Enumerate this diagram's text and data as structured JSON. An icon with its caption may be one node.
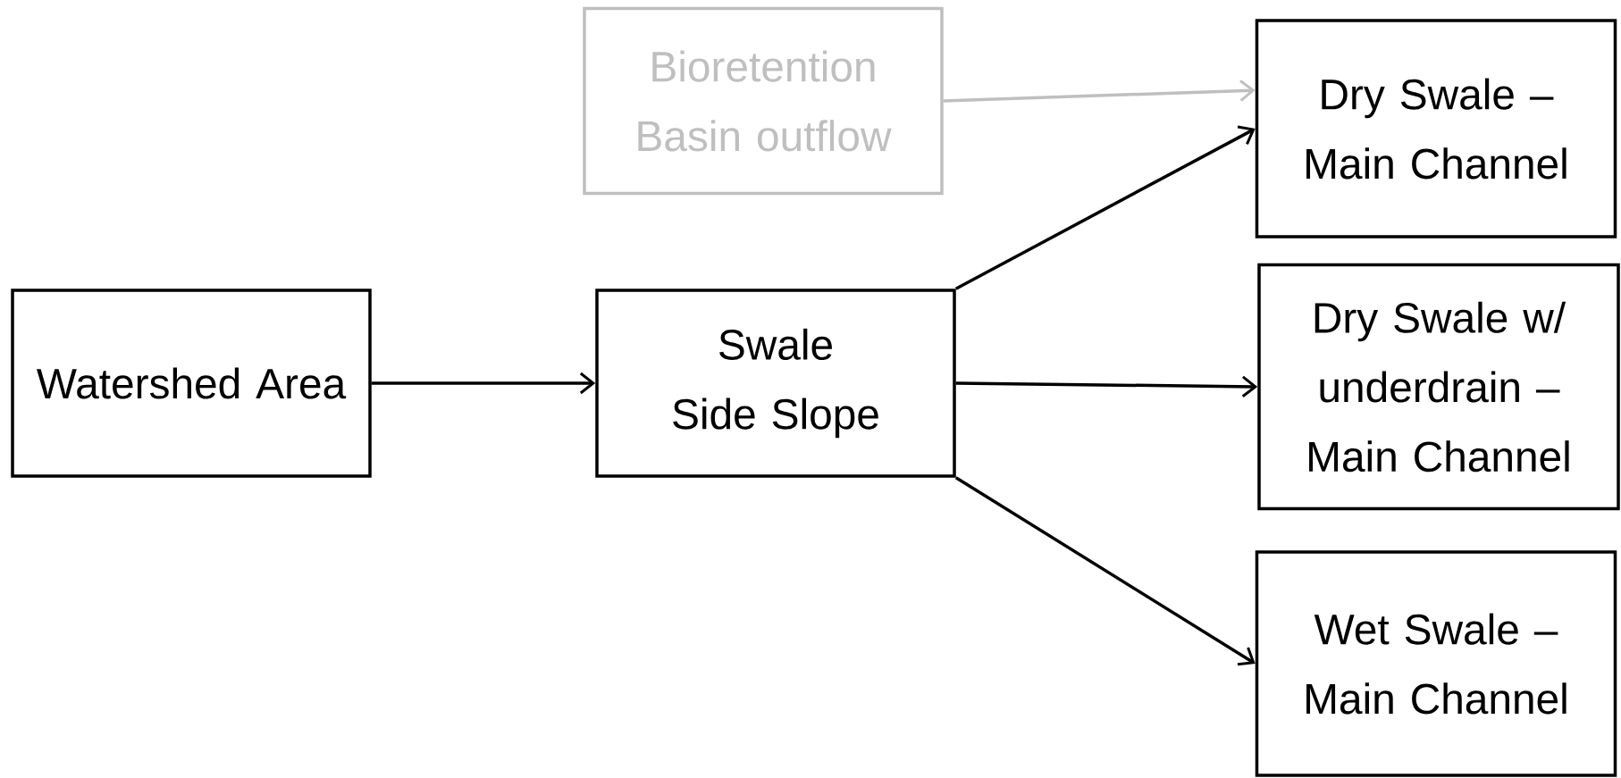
{
  "diagram": {
    "nodes": [
      {
        "text": [
          "Bioretention Basin outflow"
        ]
      },
      {
        "text": [
          "Watershed Area"
        ]
      },
      {
        "text": [
          "Swale Side Slope"
        ]
      },
      {
        "text": [
          "Dry Swale – Main Channel"
        ]
      },
      {
        "text": [
          "Dry Swale w/ underdrain – Main Channel"
        ]
      },
      {
        "text": [
          "Wet Swale – Main Channel"
        ]
      }
    ],
    "edges": [
      {
        "from": 1,
        "to": 2,
        "arrow": "to"
      },
      {
        "from": 2,
        "to": 3,
        "arrow": "to"
      },
      {
        "from": 2,
        "to": 4,
        "arrow": "to"
      },
      {
        "from": 2,
        "to": 5,
        "arrow": "to"
      },
      {
        "from": 0,
        "to": 3,
        "arrow": "to",
        "color": "#bfbfbf"
      }
    ]
  }
}
